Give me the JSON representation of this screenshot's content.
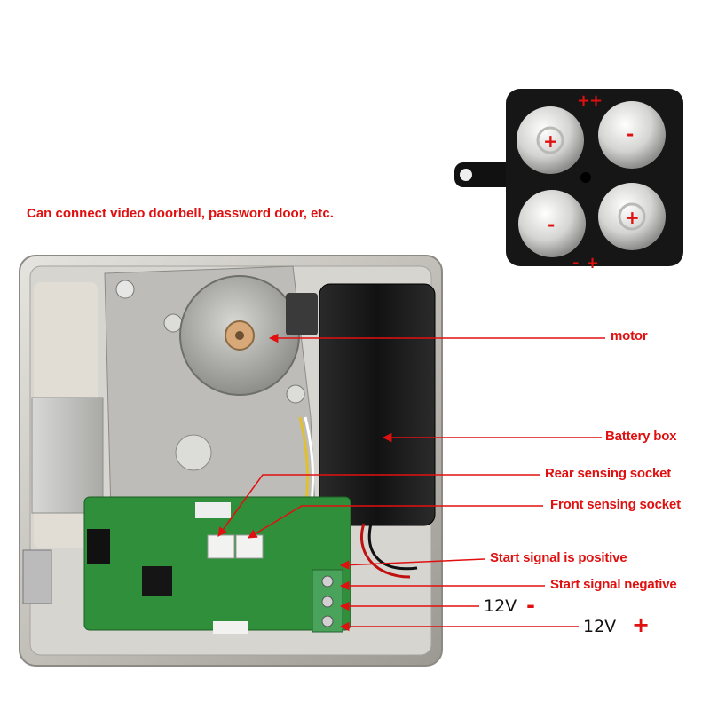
{
  "caption": "Can connect video doorbell, password door, etc.",
  "labels": {
    "motor": "motor",
    "battery_box": "Battery box",
    "rear_sensing_socket": "Rear sensing socket",
    "front_sensing_socket": "Front sensing socket",
    "start_signal_positive": "Start signal is positive",
    "start_signal_negative": "Start signal negative",
    "v12_negative_value": "12V",
    "v12_negative_sign": "-",
    "v12_positive_value": "12V",
    "v12_positive_sign": "+"
  },
  "battery_markings": {
    "plus": "+",
    "minus": "-"
  },
  "colors": {
    "annotation_red": "#e01010",
    "housing_steel": "#c9c6c0",
    "pcb_green": "#2f8f3a",
    "battery_box_black": "#1a1a1a"
  }
}
